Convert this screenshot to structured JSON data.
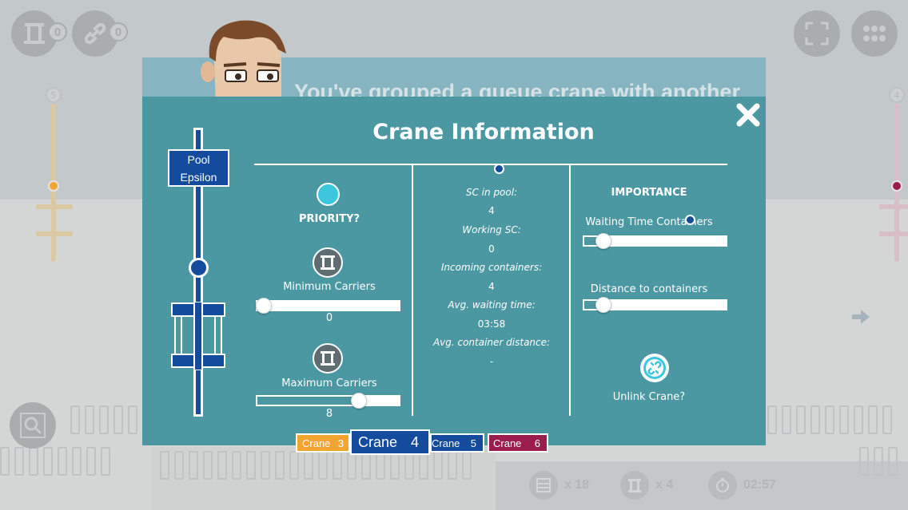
{
  "hud_top": {
    "crane_count": "0",
    "link_count": "0"
  },
  "side_tracks": {
    "left_number": "5",
    "right_number": "4"
  },
  "tutorial": {
    "text": "You've grouped a queue crane with another"
  },
  "panel": {
    "title": "Crane Information",
    "pool": {
      "line1": "Pool",
      "line2": "Epsilon"
    },
    "left": {
      "priority_label": "PRIORITY?",
      "min_label": "Minimum Carriers",
      "min_value": "0",
      "min_fraction": 0.0,
      "max_label": "Maximum Carriers",
      "max_value": "8",
      "max_fraction": 0.74
    },
    "middle": {
      "stats": [
        {
          "label": "SC in pool:",
          "value": "4"
        },
        {
          "label": "Working SC:",
          "value": "0"
        },
        {
          "label": "Incoming containers:",
          "value": "4"
        },
        {
          "label": "Avg. waiting time:",
          "value": "03:58"
        },
        {
          "label": "Avg. container distance:",
          "value": "-"
        }
      ]
    },
    "right": {
      "importance_label": "IMPORTANCE",
      "waiting_label": "Waiting Time Containers",
      "waiting_fraction": 0.1,
      "distance_label": "Distance to containers",
      "distance_fraction": 0.1,
      "unlink_label": "Unlink Crane?"
    }
  },
  "crane_tabs": [
    {
      "label": "Crane",
      "number": "3",
      "color": "#f4a531"
    },
    {
      "label": "Crane",
      "number": "4",
      "color": "#154b9c"
    },
    {
      "label": "Crane",
      "number": "5",
      "color": "#154b9c"
    },
    {
      "label": "Crane",
      "number": "6",
      "color": "#9a1d4e"
    }
  ],
  "hud_bottom": {
    "containers_count": "x 18",
    "cranes_count": "x 4",
    "timer": "02:57"
  },
  "colors": {
    "panel": "#4b98a3",
    "accent_blue": "#154b9c",
    "priority_cyan": "#3cc7de",
    "left_marker": "#f4a531",
    "right_marker": "#9a1d4e"
  }
}
